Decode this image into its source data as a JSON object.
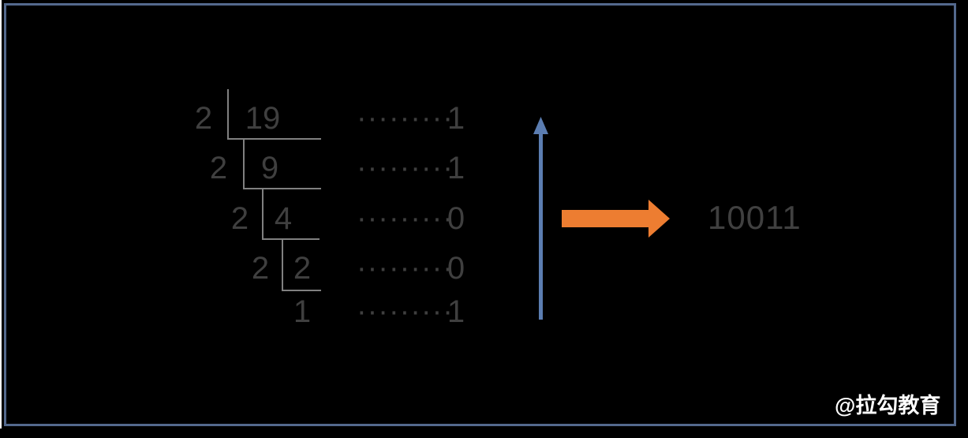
{
  "slide": {
    "background": "#000000",
    "border_color": "#54698d",
    "watermark": "@拉勾教育"
  },
  "conversion": {
    "rows": [
      {
        "divisor": "2",
        "dividend": "19",
        "dots": "·········",
        "remainder": "1"
      },
      {
        "divisor": "2",
        "dividend": "9",
        "dots": "·········",
        "remainder": "1"
      },
      {
        "divisor": "2",
        "dividend": "4",
        "dots": "·········",
        "remainder": "0"
      },
      {
        "divisor": "2",
        "dividend": "2",
        "dots": "·········",
        "remainder": "0"
      },
      {
        "dividend": "1",
        "dots": "·········",
        "remainder": "1"
      }
    ],
    "result": "10011"
  },
  "colors": {
    "text": "#3f3f3f",
    "line": "#808080",
    "arrow_up": "#5b7db1",
    "arrow_right": "#ed7d31",
    "result_text": "#404040",
    "watermark_text": "#ffffff"
  }
}
